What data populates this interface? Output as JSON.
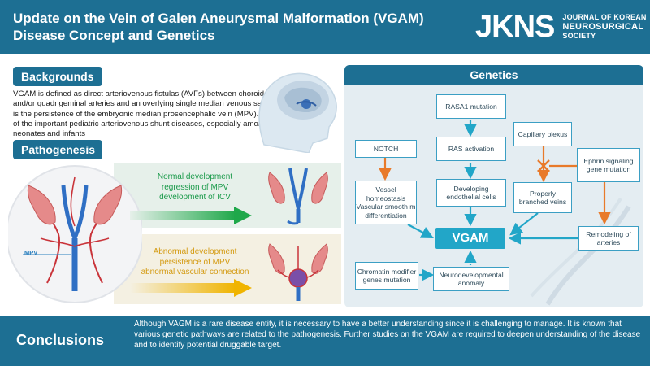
{
  "header": {
    "title_line1": "Update on the Vein of Galen Aneurysmal Malformation (VGAM)",
    "title_line2": "Disease Concept and Genetics"
  },
  "logo": {
    "mark": "JKNS",
    "line1": "JOURNAL OF KOREAN",
    "line2": "NEUROSURGICAL",
    "line3": "SOCIETY"
  },
  "backgrounds": {
    "label": "Backgrounds",
    "text": "VGAM is defined as direct arteriovenous fistulas (AVFs) between choroidal and/or quadrigeminal arteries and an overlying single median venous sac, which is the persistence of the embryonic median prosencephalic vein (MPV). It is one of the important pediatric arteriovenous shunt diseases, especially among neonates and infants"
  },
  "pathogenesis": {
    "label": "Pathogenesis",
    "mpv_label": "MPV",
    "normal": {
      "line1": "Normal development",
      "line2": "regression of MPV",
      "line3": "development of ICV"
    },
    "abnormal": {
      "line1": "Abnormal development",
      "line2": "persistence of MPV",
      "line3": "abnormal vascular connection"
    }
  },
  "genetics": {
    "label": "Genetics",
    "rasa1": "RASA1 mutation",
    "ras": "RAS activation",
    "notch": "NOTCH",
    "capillary": "Capillary plexus",
    "ephrin": "Ephrin signaling gene mutation",
    "vessel": "Vessel homeostasis Vascular smooth m differentiation",
    "endothelial": "Developing endothelial cells",
    "veins": "Properly branched veins",
    "remodeling": "Remodeling of arteries",
    "vgam": "VGAM",
    "chromatin": "Chromatin modifier genes mutation",
    "neuro": "Neurodevelopmental anomaly"
  },
  "colors": {
    "brand": "#1d6f93",
    "vgam": "#22a6c8",
    "normal_text": "#1a9a4a",
    "abnormal_text": "#d49a10",
    "inhibit_arrow": "#e87a2a",
    "activate_arrow": "#22a6c8"
  },
  "conclusions": {
    "label": "Conclusions",
    "text": "Although VAGM is a rare disease entity, it is necessary to have a better understanding since it is challenging to manage. It is known that  various genetic pathways are related to the pathogenesis. Further studies on the VGAM are required to deepen understanding of the disease and to identify potential druggable target."
  }
}
